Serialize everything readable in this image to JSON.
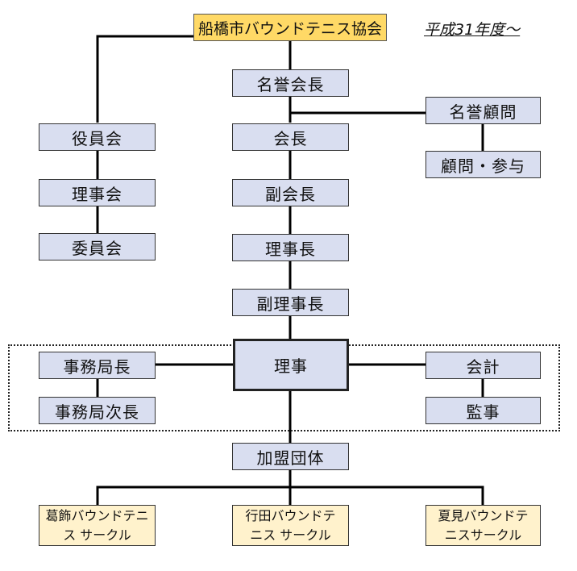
{
  "title": "船橋市バウンドテニス協会",
  "year_label": "平成31年度～",
  "center": {
    "honorary_president": "名誉会長",
    "president": "会長",
    "vice_president": "副会長",
    "chairman": "理事長",
    "vice_chairman": "副理事長",
    "directors": "理事",
    "member_groups": "加盟団体"
  },
  "left": {
    "officers_meeting": "役員会",
    "board_meeting": "理事会",
    "committee": "委員会",
    "secretary_general": "事務局長",
    "deputy_secretary_general": "事務局次長"
  },
  "right": {
    "honorary_advisor": "名誉顧問",
    "advisor_counselor": "顧問・参与",
    "treasurer": "会計",
    "auditor": "監事"
  },
  "circles": [
    {
      "line1": "葛飾バウンドテニ",
      "line2": "ス サークル"
    },
    {
      "line1": "行田バウンドテ",
      "line2": "ニス サークル"
    },
    {
      "line1": "夏見バウンドテ",
      "line2": "ニスサークル"
    }
  ],
  "colors": {
    "title_box": "#ffd966",
    "role_box": "#d9def0",
    "circle_box": "#fff2cc"
  }
}
